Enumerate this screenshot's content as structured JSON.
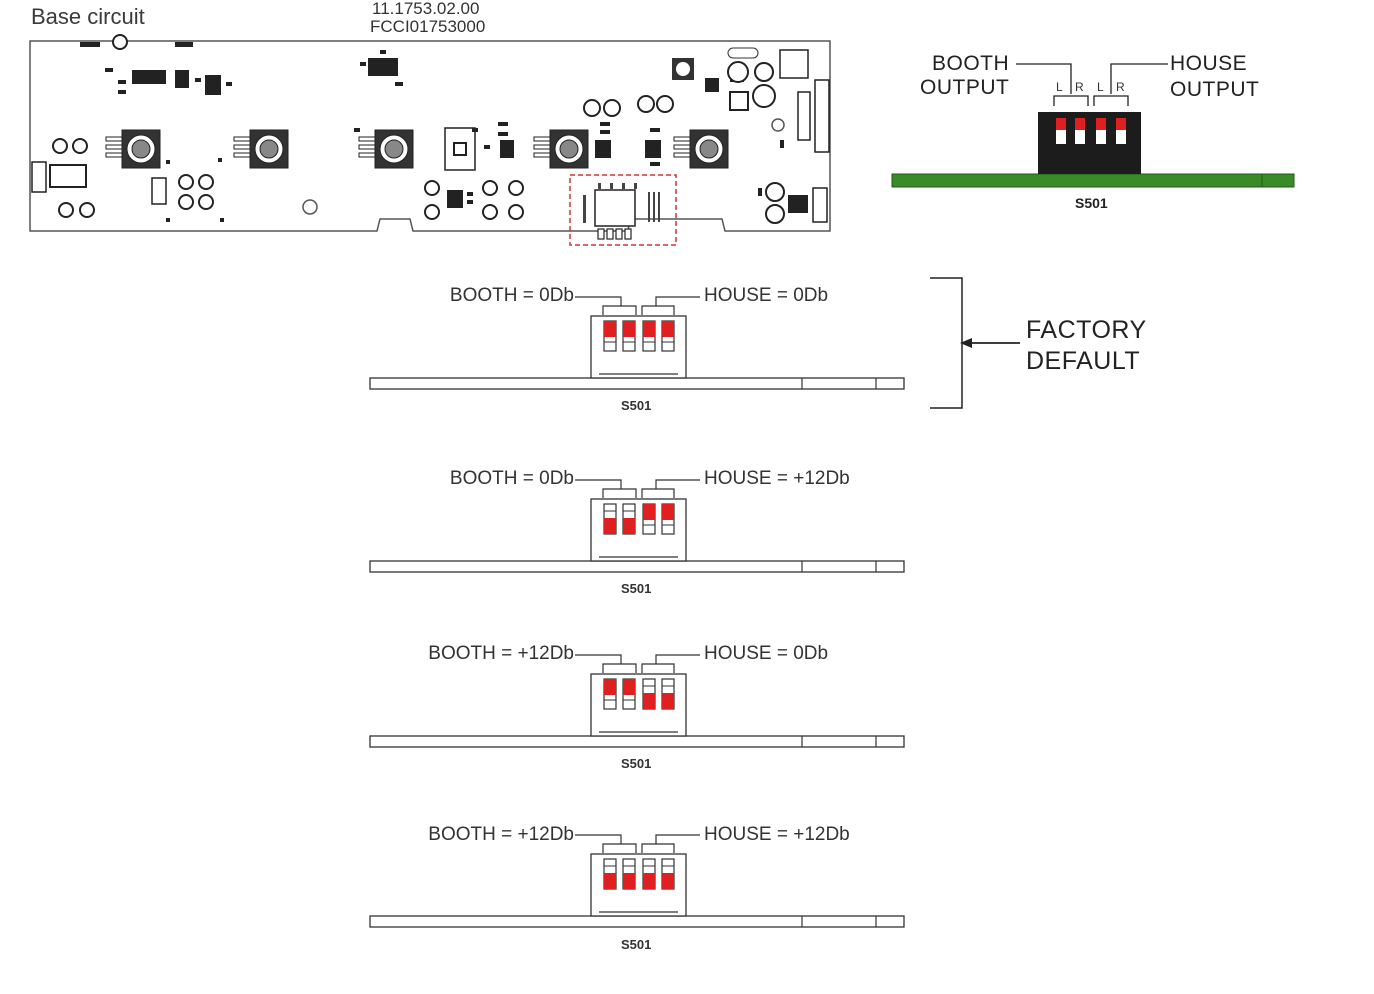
{
  "header": {
    "title": "Base circuit",
    "part_number_1": "11.1753.02.00",
    "part_number_2": "FCCI01753000"
  },
  "overview": {
    "booth_line1": "BOOTH",
    "booth_line2": "OUTPUT",
    "house_line1": "HOUSE",
    "house_line2": "OUTPUT",
    "l_label": "L",
    "r_label": "R",
    "switch_label": "S501"
  },
  "factory_default": {
    "line1": "FACTORY",
    "line2": "DEFAULT"
  },
  "configurations": [
    {
      "booth": "BOOTH = 0Db",
      "house": "HOUSE = 0Db",
      "switch": "S501",
      "booth_up": false,
      "house_up": false
    },
    {
      "booth": "BOOTH = 0Db",
      "house": "HOUSE = +12Db",
      "switch": "S501",
      "booth_up": true,
      "house_up": false
    },
    {
      "booth": "BOOTH = +12Db",
      "house": "HOUSE = 0Db",
      "switch": "S501",
      "booth_up": false,
      "house_up": true
    },
    {
      "booth": "BOOTH = +12Db",
      "house": "HOUSE = +12Db",
      "switch": "S501",
      "booth_up": true,
      "house_up": true
    }
  ],
  "colors": {
    "switch_red": "#e02020",
    "board_green": "#3a8a2a",
    "highlight_box": "#d33333"
  }
}
